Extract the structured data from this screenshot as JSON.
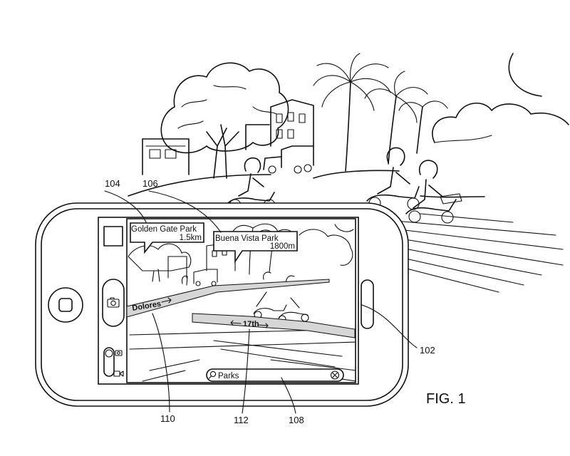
{
  "figure": {
    "caption": "FIG. 1",
    "refs": {
      "device": "102",
      "poi1": "104",
      "poi2": "106",
      "search_bar": "108",
      "street1": "110",
      "street2": "112"
    }
  },
  "ar_view": {
    "poi_labels": [
      {
        "name": "Golden Gate Park",
        "distance": "1.5km"
      },
      {
        "name": "Buena Vista Park",
        "distance": "1800m"
      }
    ],
    "street_labels": {
      "dolores": "Dolores",
      "seventeenth": "17th"
    },
    "search": {
      "value": "Parks",
      "icon": "search-icon",
      "clear_icon": "clear-icon"
    }
  },
  "controls": {
    "thumbnail": "thumbnail",
    "shutter_icon": "camera-icon",
    "mode_toggle": {
      "photo_icon": "camera-icon",
      "video_icon": "video-icon"
    }
  },
  "hardware": {
    "home_button": "home-button",
    "speaker": "speaker-icon"
  }
}
